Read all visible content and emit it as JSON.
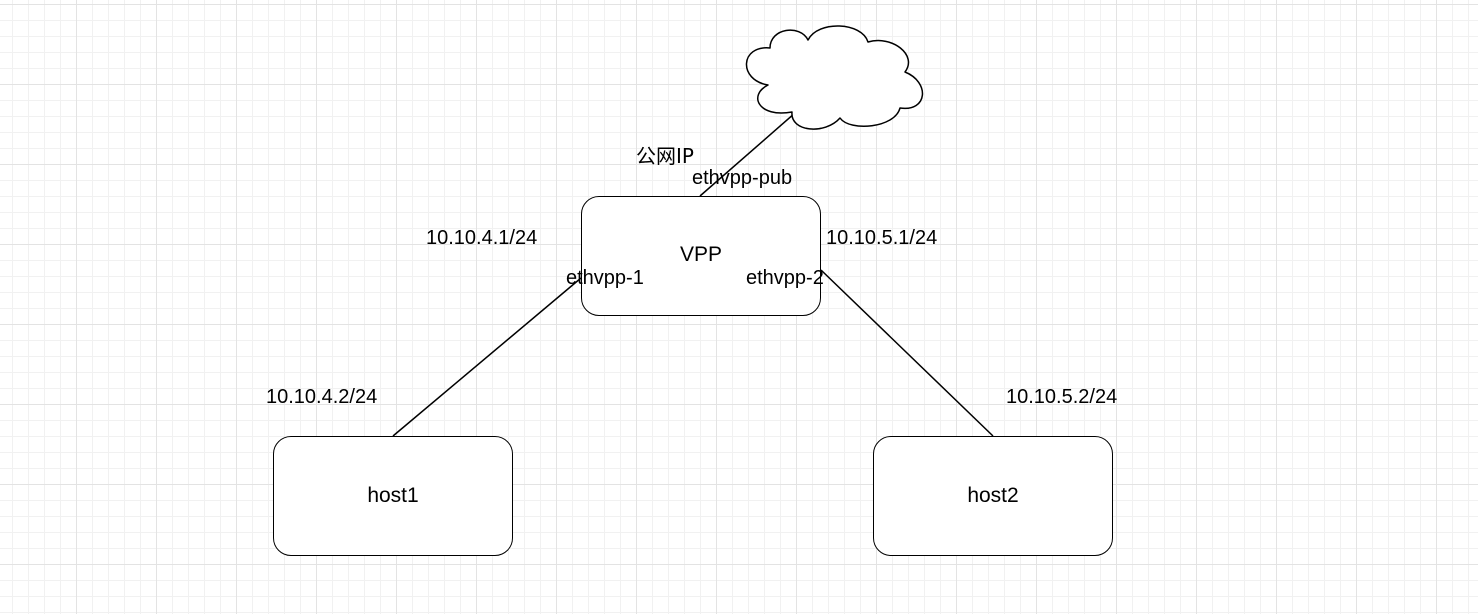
{
  "nodes": {
    "vpp": {
      "label": "VPP"
    },
    "host1": {
      "label": "host1"
    },
    "host2": {
      "label": "host2"
    },
    "cloud": {
      "icon": "cloud-icon"
    }
  },
  "labels": {
    "public_ip": "公网IP",
    "ethvpp_pub": "ethvpp-pub",
    "ethvpp_1": "ethvpp-1",
    "ethvpp_2": "ethvpp-2",
    "ip_vpp_left": "10.10.4.1/24",
    "ip_vpp_right": "10.10.5.1/24",
    "ip_host1": "10.10.4.2/24",
    "ip_host2": "10.10.5.2/24"
  },
  "colors": {
    "stroke": "#000000",
    "fill": "#ffffff",
    "grid": "#e3e3e3"
  }
}
